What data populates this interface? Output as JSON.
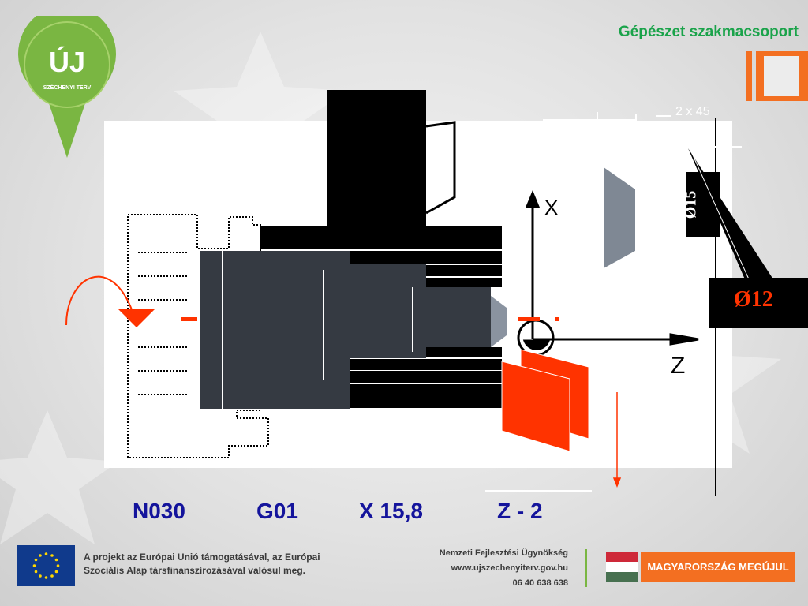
{
  "header": {
    "title": "Gépészet szakmacsoport"
  },
  "logo": {
    "main_text": "ÚJ",
    "sub_text": "SZÉCHENYI TERV"
  },
  "diagram": {
    "chamfer_label": "2 x 45",
    "diameter_small": "Ø12",
    "diameter_large": "Ø15",
    "axis_x_label": "X",
    "axis_z_label": "Z"
  },
  "program": {
    "n_word": "N030",
    "g_word": "G01",
    "x_word": "X 15,8",
    "z_word": "Z - 2"
  },
  "footer": {
    "eu_text_line1": "A projekt az Európai Unió támogatásával, az Európai",
    "eu_text_line2": "Szociális Alap társfinanszírozásával valósul meg.",
    "agency": "Nemzeti Fejlesztési Ügynökség",
    "website": "www.ujszechenyiterv.gov.hu",
    "phone": "06 40 638 638",
    "slogan": "MAGYARORSZÁG MEGÚJUL"
  },
  "colors": {
    "accent_orange": "#f36f21",
    "green": "#7ab642",
    "blue_text": "#14149c",
    "header_green": "#1aa34a",
    "red_marker": "#ff3300"
  }
}
